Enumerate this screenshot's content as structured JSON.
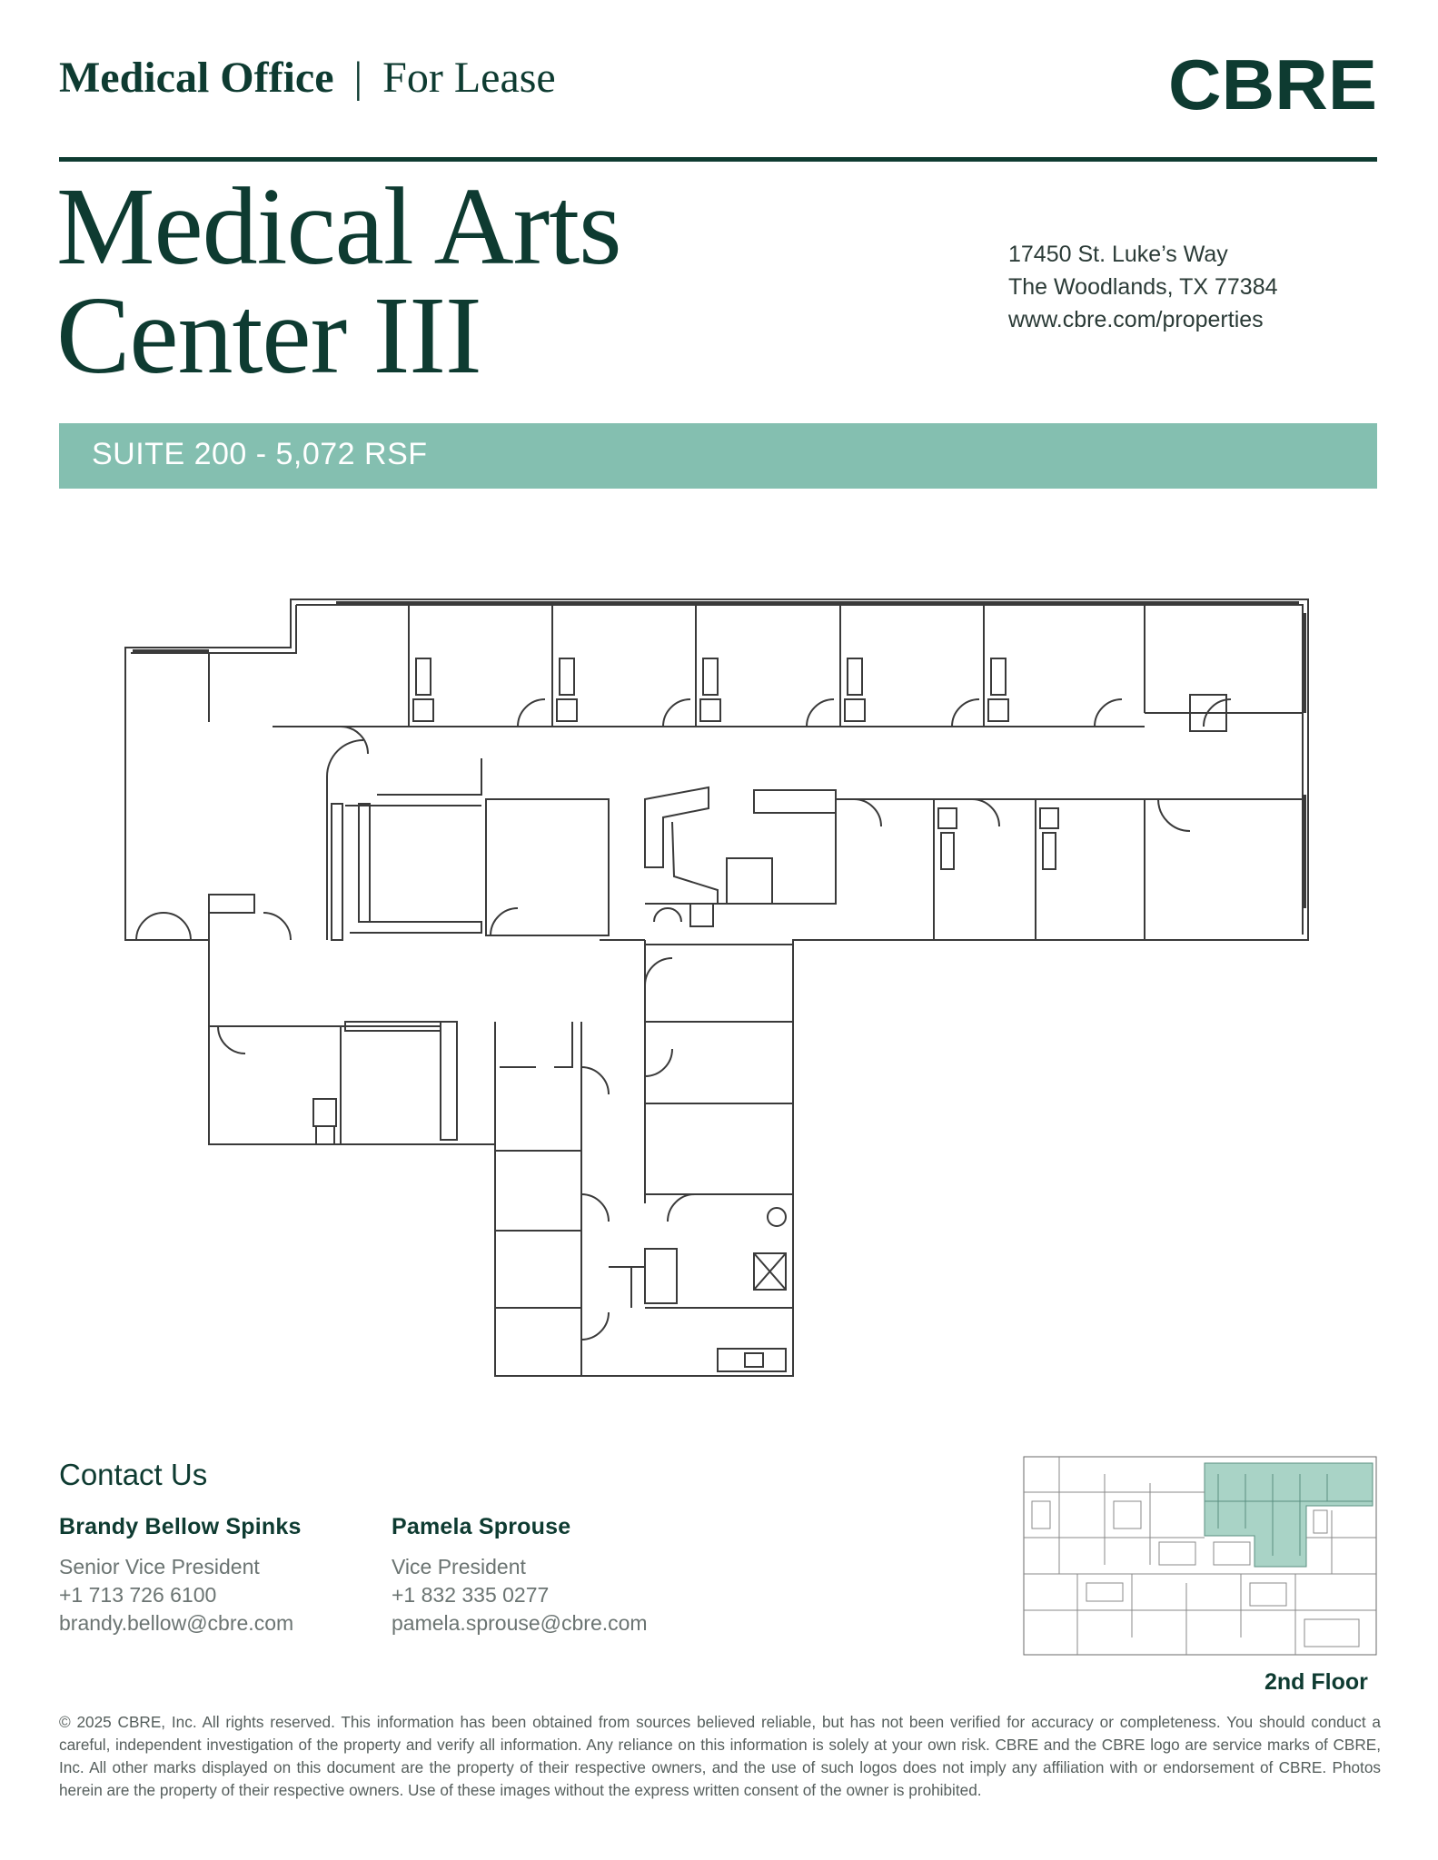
{
  "header": {
    "category": "Medical Office",
    "separator": "|",
    "status": "For Lease",
    "logo_text": "CBRE"
  },
  "property": {
    "title_line1": "Medical Arts",
    "title_line2": "Center III",
    "address_line1": "17450 St. Luke’s Way",
    "address_line2": "The Woodlands, TX 77384",
    "website": "www.cbre.com/properties"
  },
  "suite_banner": "SUITE 200 - 5,072 RSF",
  "contact": {
    "heading": "Contact Us",
    "people": [
      {
        "name": "Brandy Bellow Spinks",
        "title": "Senior Vice President",
        "phone": "+1 713 726 6100",
        "email": "brandy.bellow@cbre.com"
      },
      {
        "name": "Pamela Sprouse",
        "title": "Vice President",
        "phone": "+1 832 335 0277",
        "email": "pamela.sprouse@cbre.com"
      }
    ]
  },
  "key_plan": {
    "label": "2nd  Floor"
  },
  "disclaimer": "© 2025 CBRE, Inc. All rights reserved. This information has been obtained from sources believed reliable, but has not been verified for accuracy or completeness. You should conduct a careful, independent investigation of the property and verify all information. Any reliance on this information is solely at your own risk. CBRE and the CBRE logo are service marks of CBRE, Inc. All other marks displayed on this document are the property of their respective owners, and the use of such logos does not imply any affiliation with or endorsement of CBRE. Photos herein are the property of their respective owners. Use of these images without the express written consent of the owner is prohibited.",
  "colors": {
    "brand_dark": "#0e3b31",
    "banner": "#84bfb0",
    "keyplan_highlight": "#a9d3c6"
  }
}
